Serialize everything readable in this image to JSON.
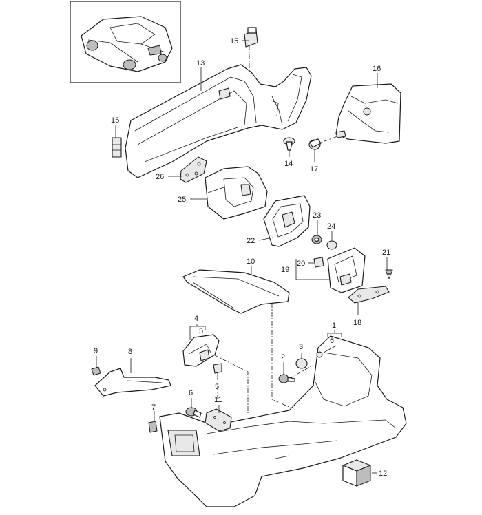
{
  "callouts": {
    "c1": "1",
    "c2": "2",
    "c3": "3",
    "c4": "4",
    "c5a": "5",
    "c5b": "5",
    "c6a": "6",
    "c6b": "6",
    "c7": "7",
    "c8": "8",
    "c9": "9",
    "c10": "10",
    "c11": "11",
    "c12": "12",
    "c13": "13",
    "c14": "14",
    "c15a": "15",
    "c15b": "15",
    "c16": "16",
    "c17": "17",
    "c18": "18",
    "c19": "19",
    "c20": "20",
    "c21": "21",
    "c22": "22",
    "c23": "23",
    "c24": "24",
    "c25": "25",
    "c26": "26"
  },
  "colors": {
    "line": "#1a1a1a",
    "shade": "#e8e8e8",
    "dark_shade": "#bdbdbd",
    "background": "#ffffff"
  },
  "icons": {
    "vehicle_thumbnail": "convertible-car-icon"
  }
}
